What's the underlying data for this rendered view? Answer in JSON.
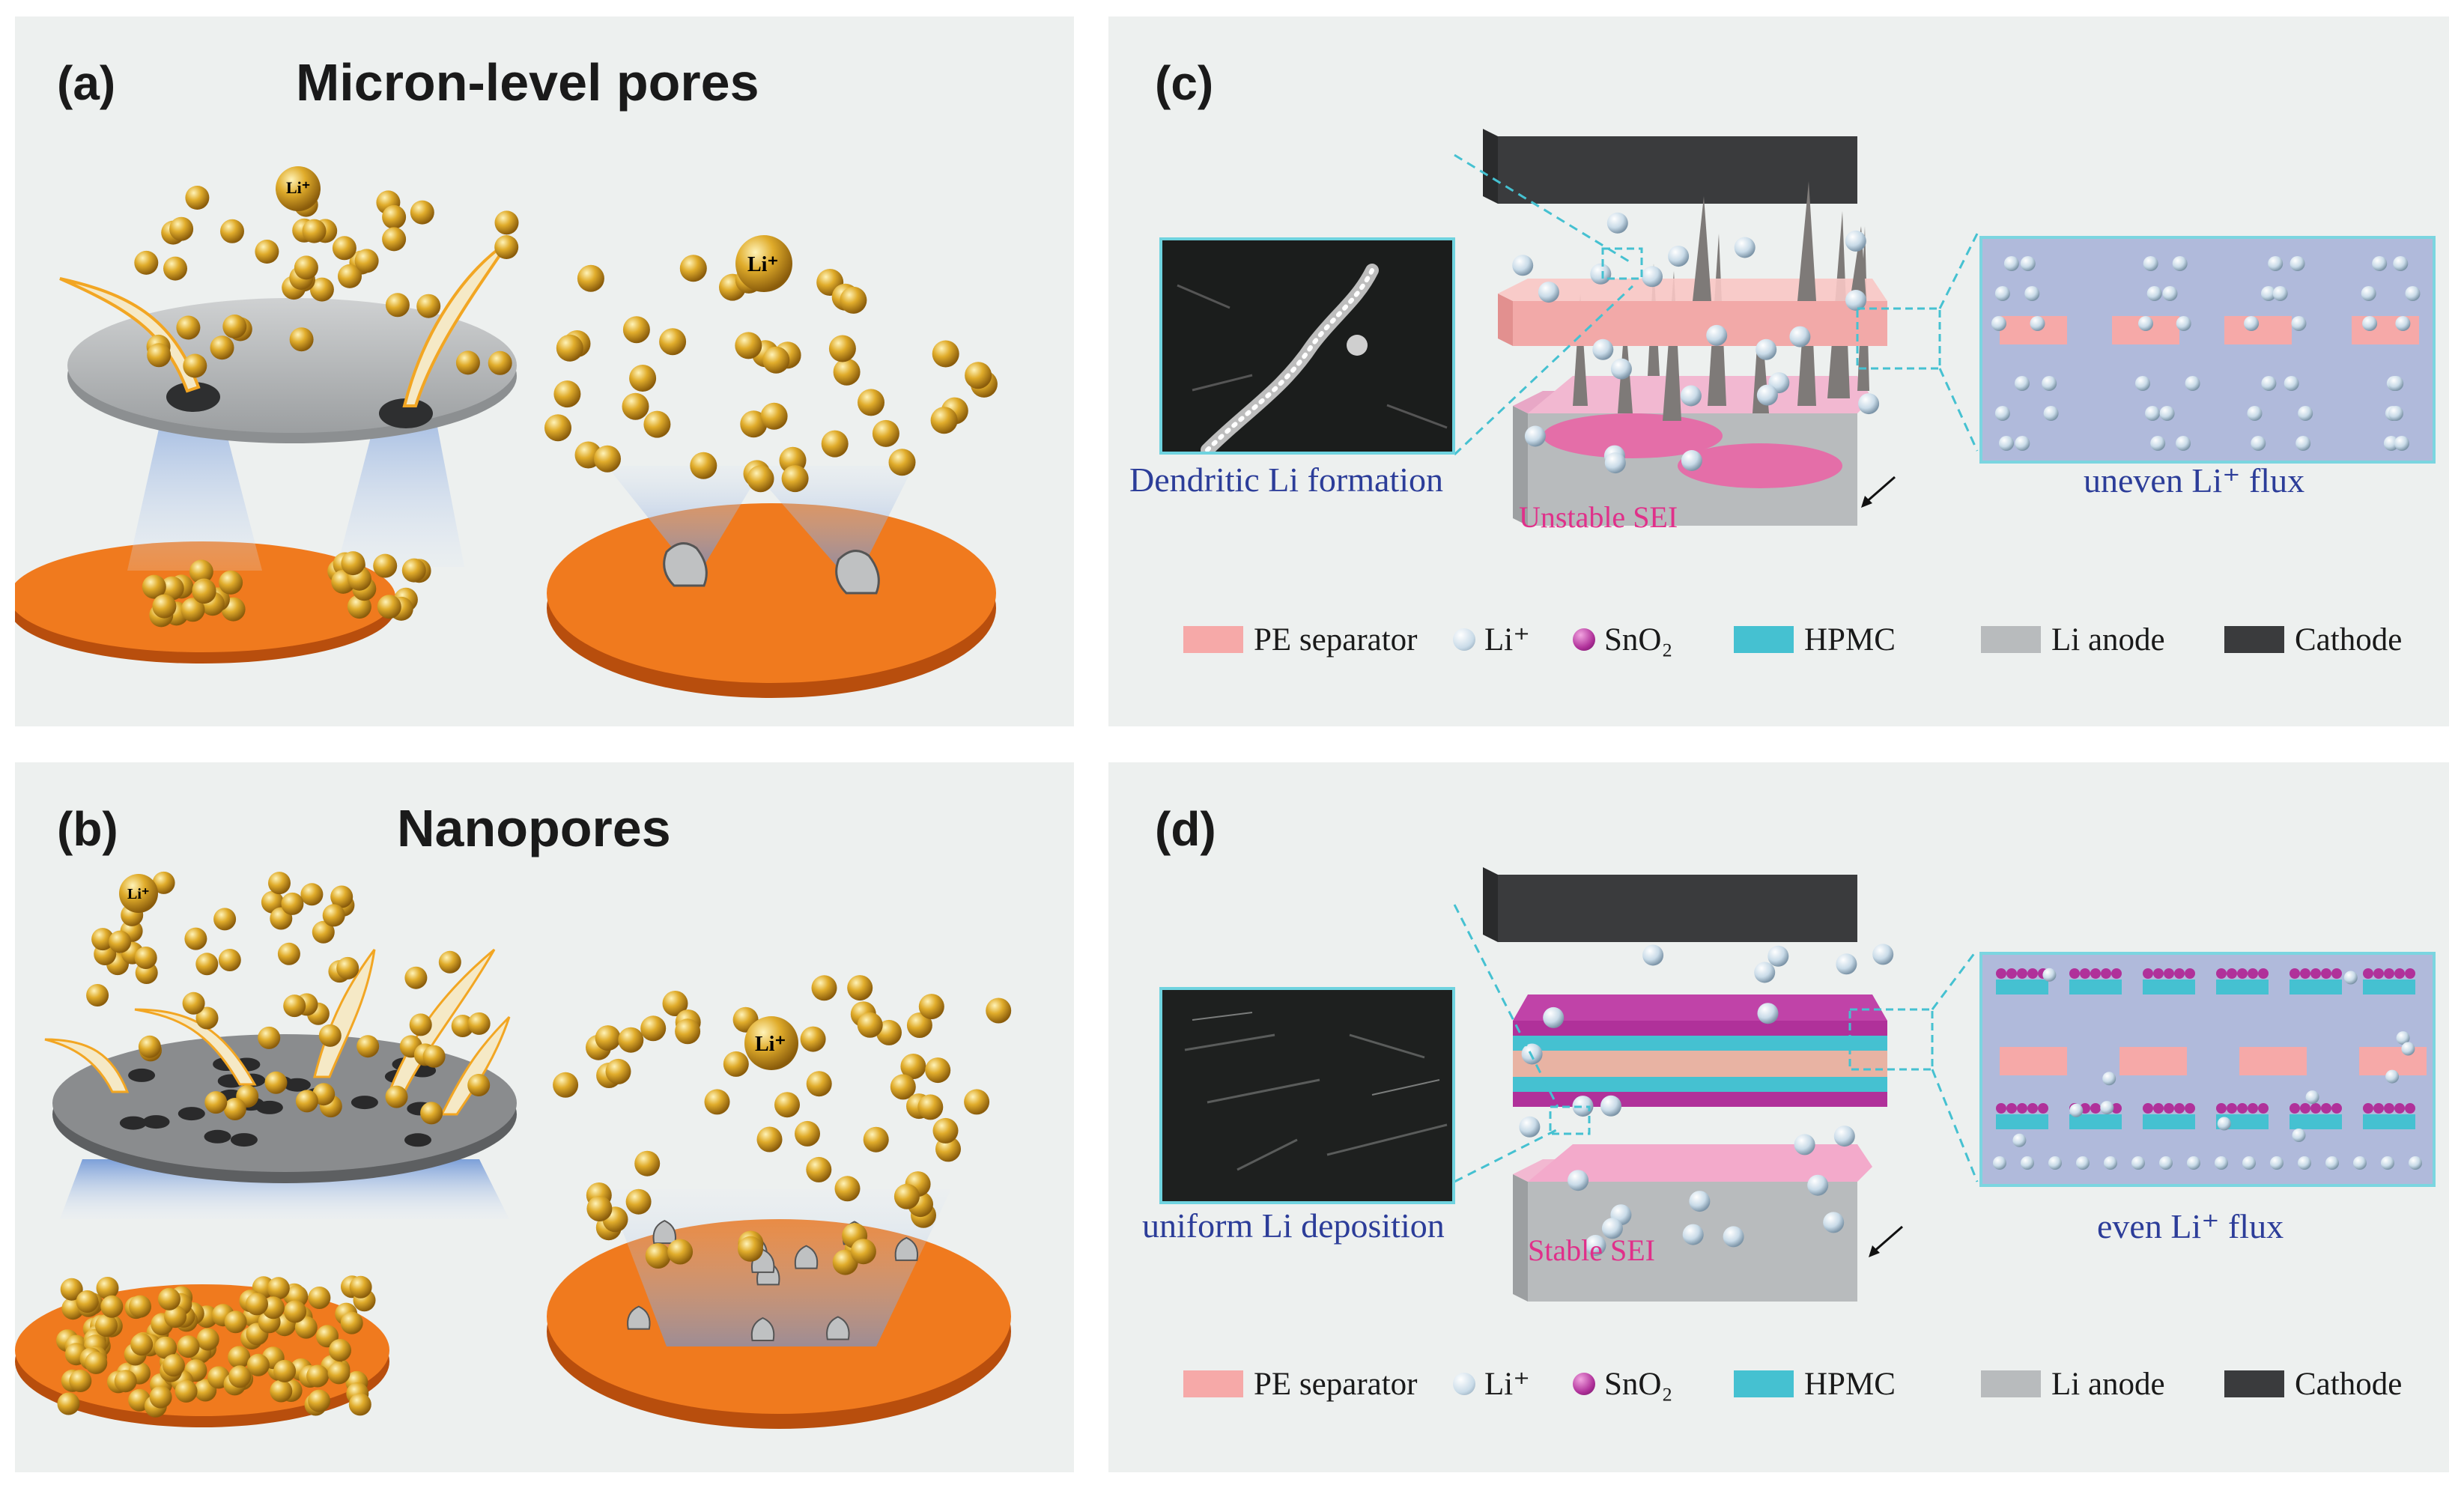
{
  "panel_a": {
    "label": "(a)",
    "title": "Micron-level pores",
    "ion_label": "Li⁺"
  },
  "panel_b": {
    "label": "(b)",
    "title": "Nanopores",
    "ion_label": "Li⁺"
  },
  "panel_c": {
    "label": "(c)",
    "sem_caption": "Dendritic Li formation",
    "sei_label": "Unstable SEI",
    "flux_caption": "uneven Li⁺ flux"
  },
  "panel_d": {
    "label": "(d)",
    "sem_caption": "uniform Li deposition",
    "sei_label": "Stable SEI",
    "flux_caption": "even Li⁺ flux"
  },
  "legend": {
    "pe_separator": "PE separator",
    "li_ion": "Li⁺",
    "sno2": "SnO₂",
    "hpmc": "HPMC",
    "li_anode": "Li anode",
    "cathode": "Cathode"
  },
  "colors": {
    "panel_bg": "#edf0ef",
    "li_ball": "#d9a526",
    "orange_plate": "#f07a1e",
    "pe_separator": "#f6a9a8",
    "sno2": "#b0319a",
    "hpmc": "#45c1d1",
    "li_anode": "#b8bbbd",
    "cathode": "#3a3b3d",
    "caption_blue": "#2c3d99",
    "sei_pink": "#e0308a"
  }
}
